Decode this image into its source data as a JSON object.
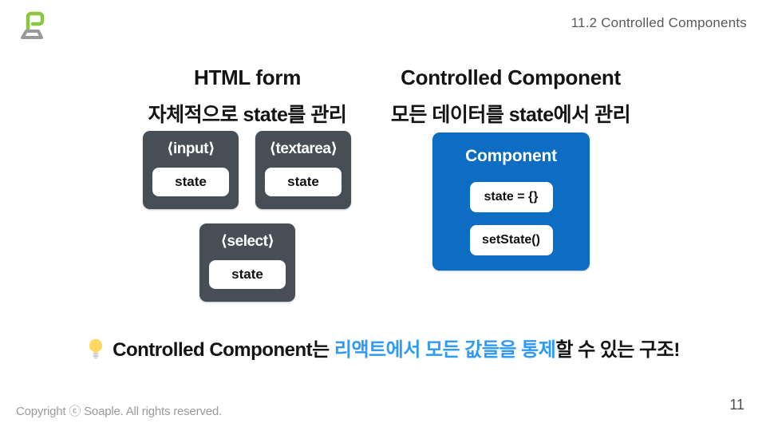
{
  "header": {
    "slide_label": "11.2 Controlled Components"
  },
  "left": {
    "title": "HTML form",
    "subtitle": "자체적으로 state를 관리",
    "boxes": [
      {
        "tag": "⟨input⟩",
        "inner": "state"
      },
      {
        "tag": "⟨textarea⟩",
        "inner": "state"
      },
      {
        "tag": "⟨select⟩",
        "inner": "state"
      }
    ]
  },
  "right": {
    "title": "Controlled Component",
    "subtitle": "모든 데이터를 state에서 관리",
    "component": {
      "title": "Component",
      "items": [
        "state = {}",
        "setState()"
      ]
    }
  },
  "note": {
    "icon": "lightbulb-icon",
    "prefix": "Controlled Component는 ",
    "highlight": "리액트에서 모든 값들을 통제",
    "suffix": "할 수 있는 구조!"
  },
  "footer": {
    "copyright": "Copyright ⓒ Soaple. All rights reserved.",
    "page_number": "11"
  },
  "icons": {
    "logo": "soaple-laptop-logo",
    "note": "lightbulb-icon"
  },
  "colors": {
    "dark_box": "#474E56",
    "blue_box": "#0C6DC3",
    "highlight_text": "#2F9AF3",
    "logo_green": "#8CC63E",
    "logo_gray": "#97999B",
    "muted_text": "#9B9B9B",
    "header_text": "#595959"
  }
}
